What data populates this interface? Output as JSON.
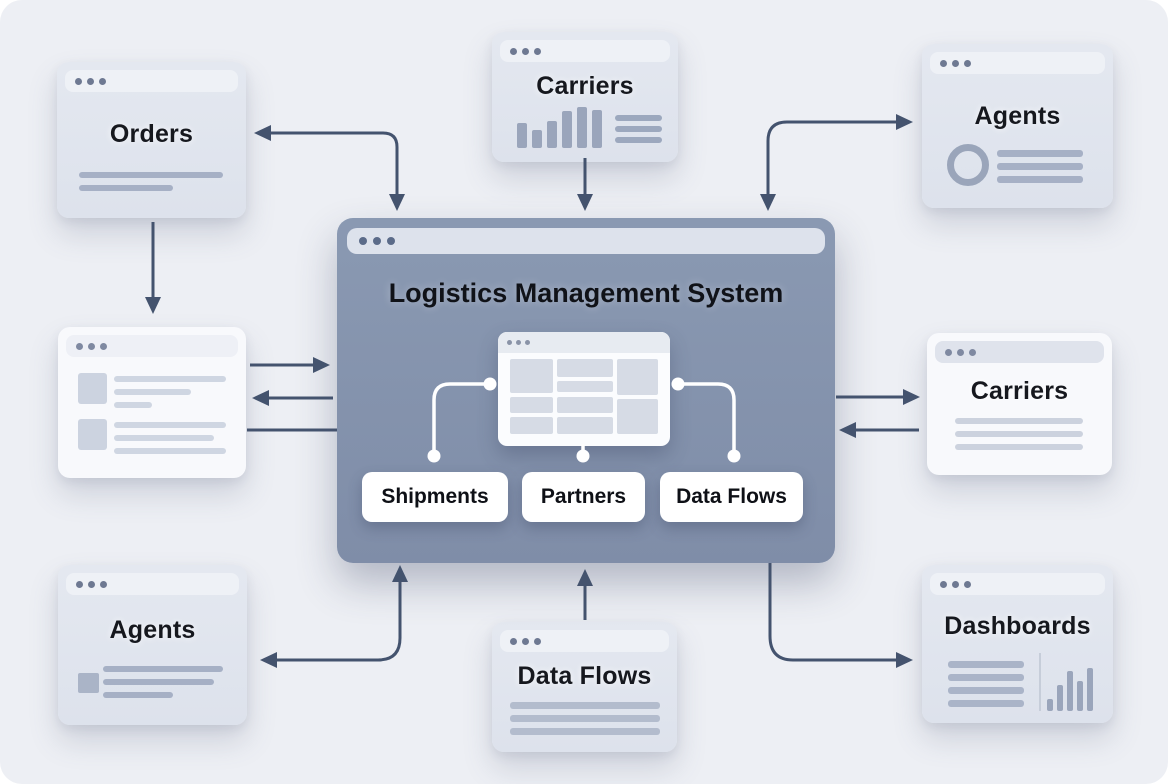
{
  "colors": {
    "background": "#edeff4",
    "arrow": "#44536e",
    "connector": "#ffffff",
    "center_window_bg": "#8492ac",
    "card_bg": "#dfe3ec",
    "white_card_bg": "#f8f9fc",
    "pill_bg": "#ffffff",
    "text": "#16181e"
  },
  "center_window": {
    "title": "Logistics Management System",
    "pills": [
      {
        "label": "Shipments"
      },
      {
        "label": "Partners"
      },
      {
        "label": "Data Flows"
      }
    ],
    "icons": {
      "window_controls": "three-dots",
      "preview": "layout-grid"
    }
  },
  "cards": {
    "orders_top_left": {
      "label": "Orders",
      "icons": [
        "three-dots",
        "text-lines"
      ]
    },
    "carriers_top": {
      "label": "Carriers",
      "icons": [
        "three-dots",
        "bar-chart",
        "text-lines"
      ]
    },
    "agents_top_right": {
      "label": "Agents",
      "icons": [
        "three-dots",
        "circle-avatar",
        "text-lines"
      ]
    },
    "list_middle_left": {
      "label": "",
      "icons": [
        "three-dots",
        "thumbnail-list"
      ]
    },
    "carriers_middle_right": {
      "label": "Carriers",
      "icons": [
        "three-dots",
        "text-lines"
      ]
    },
    "agents_bottom_left": {
      "label": "Agents",
      "icons": [
        "three-dots",
        "thumbnail",
        "text-lines"
      ]
    },
    "data_flows_bottom": {
      "label": "Data Flows",
      "icons": [
        "three-dots",
        "text-lines"
      ]
    },
    "dashboards_bottom_right": {
      "label": "Dashboards",
      "icons": [
        "three-dots",
        "text-lines",
        "bar-chart"
      ]
    }
  }
}
